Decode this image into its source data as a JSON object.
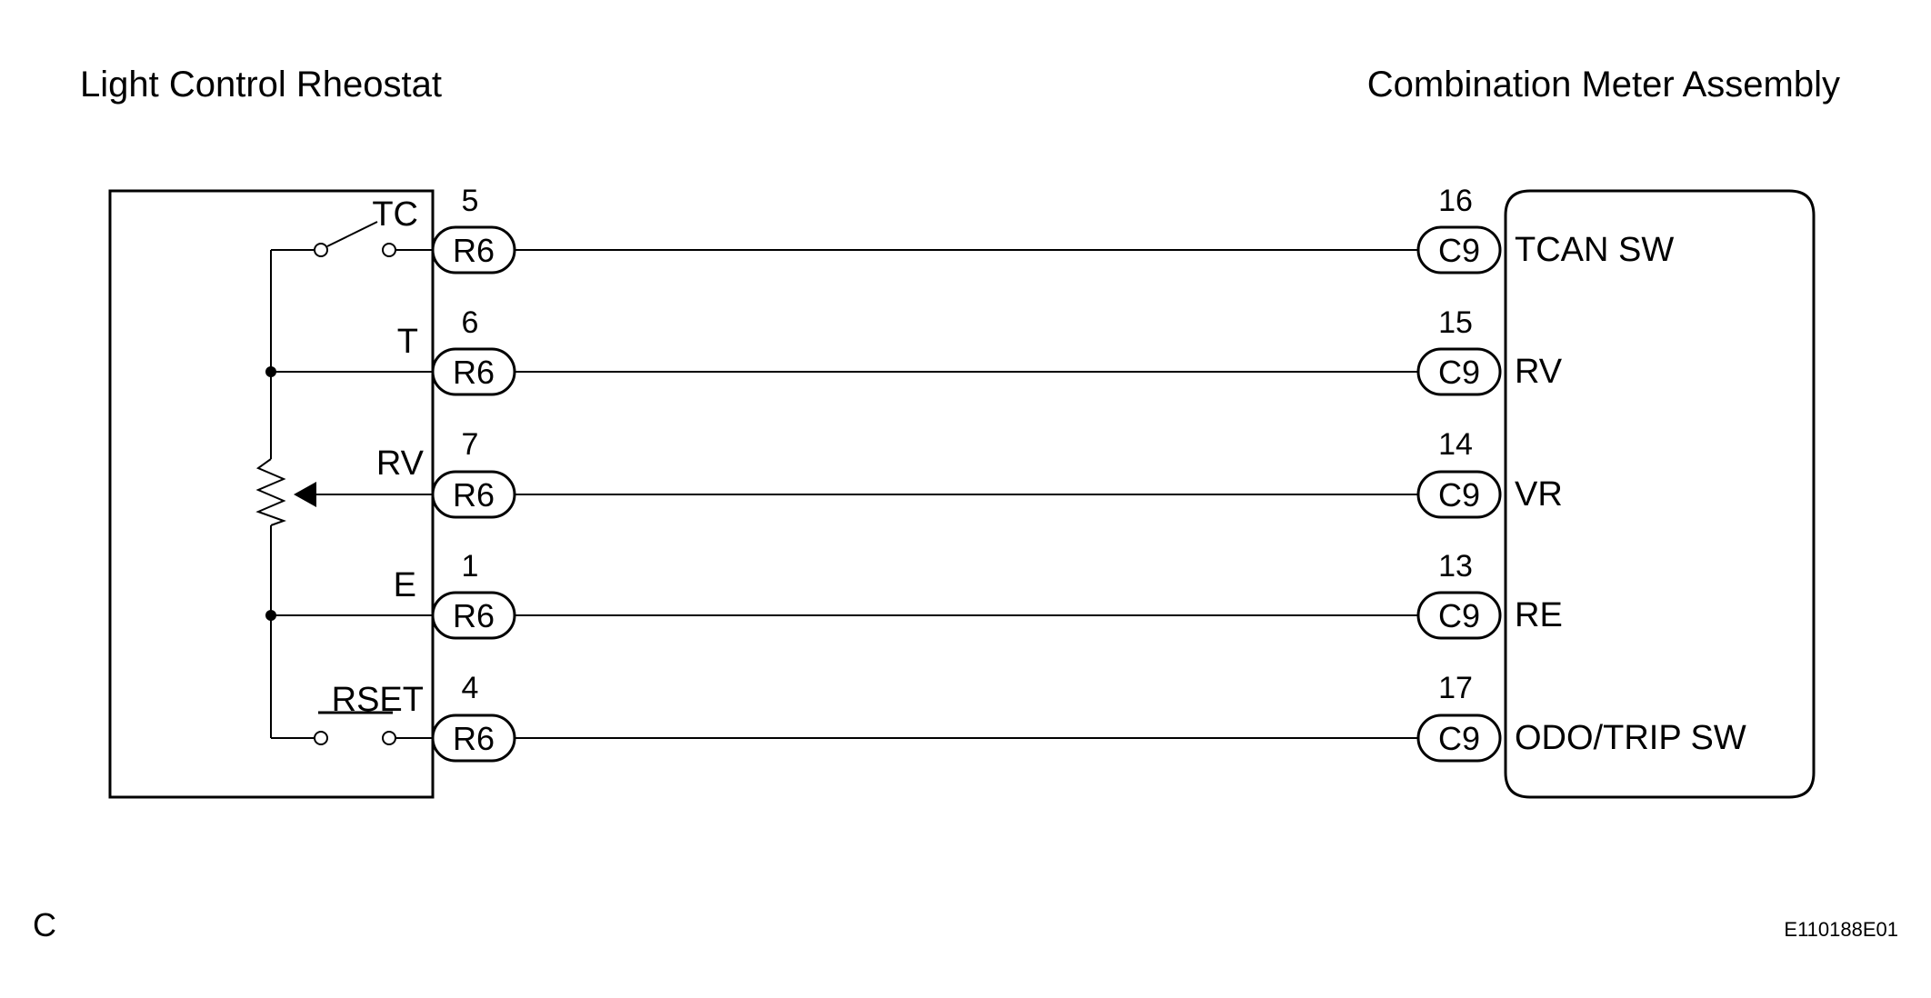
{
  "titles": {
    "left": "Light Control Rheostat",
    "right": "Combination Meter Assembly"
  },
  "corner_letter": "C",
  "figure_ref": "E110188E01",
  "left_labels": [
    "TC",
    "T",
    "RV",
    "E",
    "RSET"
  ],
  "left_pins": [
    "5",
    "6",
    "7",
    "1",
    "4"
  ],
  "left_connector": "R6",
  "right_pins": [
    "16",
    "15",
    "14",
    "13",
    "17"
  ],
  "right_connector": "C9",
  "right_labels": [
    "TCAN SW",
    "RV",
    "VR",
    "RE",
    "ODO/TRIP SW"
  ]
}
